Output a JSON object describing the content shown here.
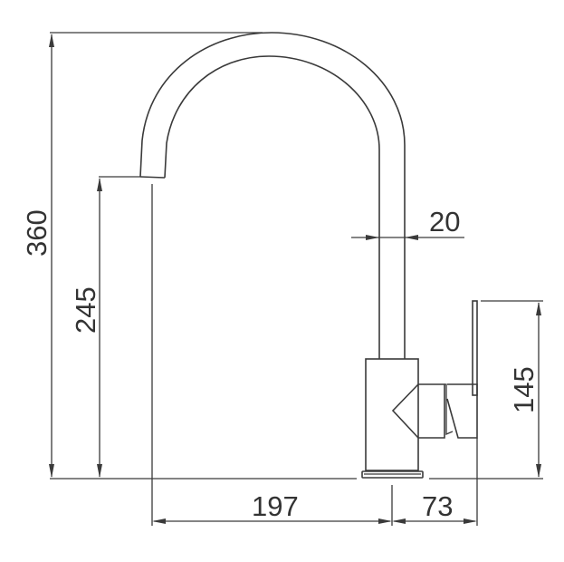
{
  "drawing": {
    "subject": "Kitchen faucet technical dimension drawing",
    "units": "mm",
    "line_color": "#3a3a3a",
    "background": "#ffffff"
  },
  "dimensions": {
    "overall_height": {
      "label": "360",
      "orientation": "vertical"
    },
    "spout_outlet_height": {
      "label": "245",
      "orientation": "vertical"
    },
    "spout_diameter": {
      "label": "20",
      "orientation": "horizontal"
    },
    "handle_height": {
      "label": "145",
      "orientation": "vertical"
    },
    "spout_reach": {
      "label": "197",
      "orientation": "horizontal"
    },
    "handle_projection": {
      "label": "73",
      "orientation": "horizontal"
    }
  }
}
